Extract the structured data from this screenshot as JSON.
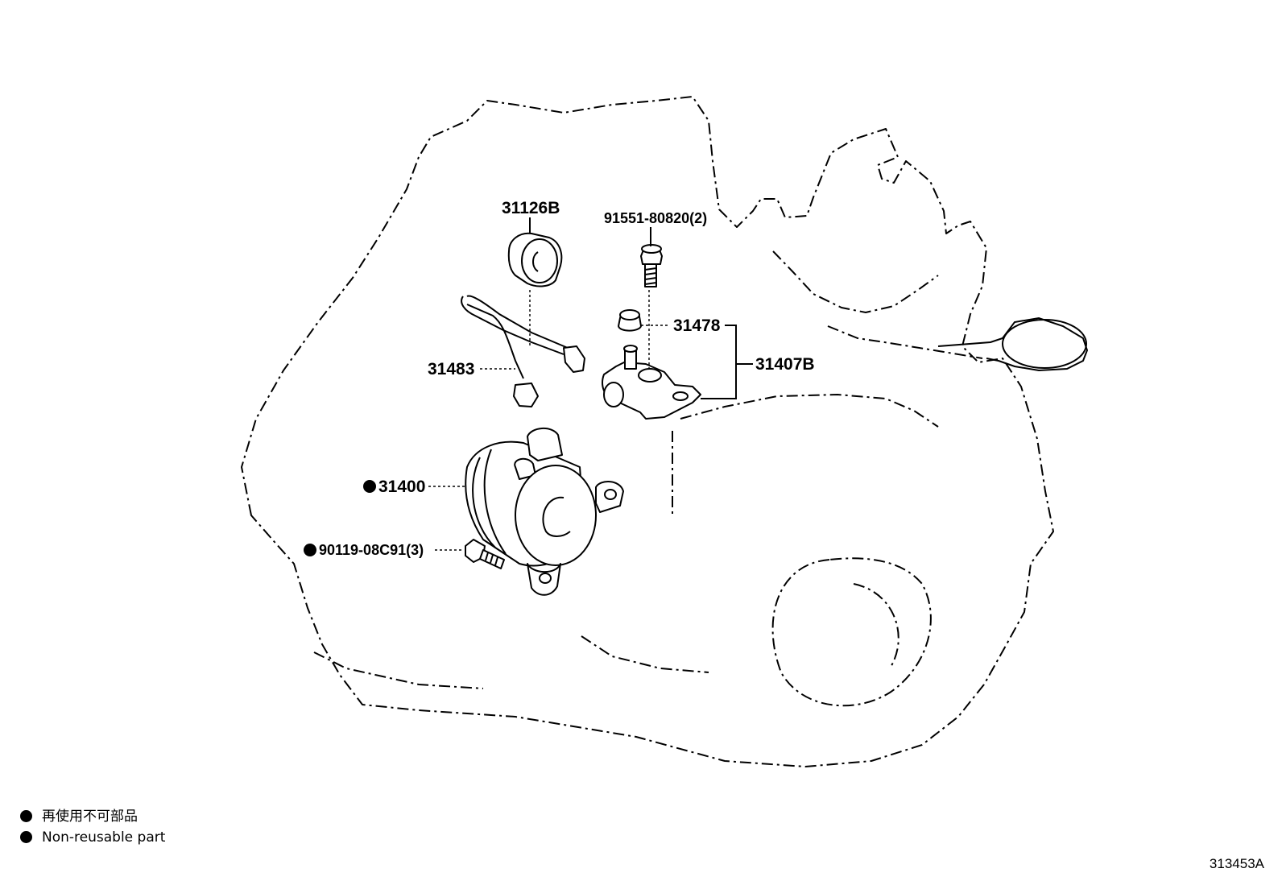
{
  "callouts": {
    "grommet": "31126B",
    "bolt": "91551-80820(2)",
    "bleeder_cap": "31478",
    "tube": "31483",
    "union_bracket": "31407B",
    "release_cylinder": "31400",
    "cylinder_bolt": "90119-08C91(3)"
  },
  "legend": {
    "japanese": "再使用不可部品",
    "english": "Non-reusable part"
  },
  "illustration_code": "313453A"
}
